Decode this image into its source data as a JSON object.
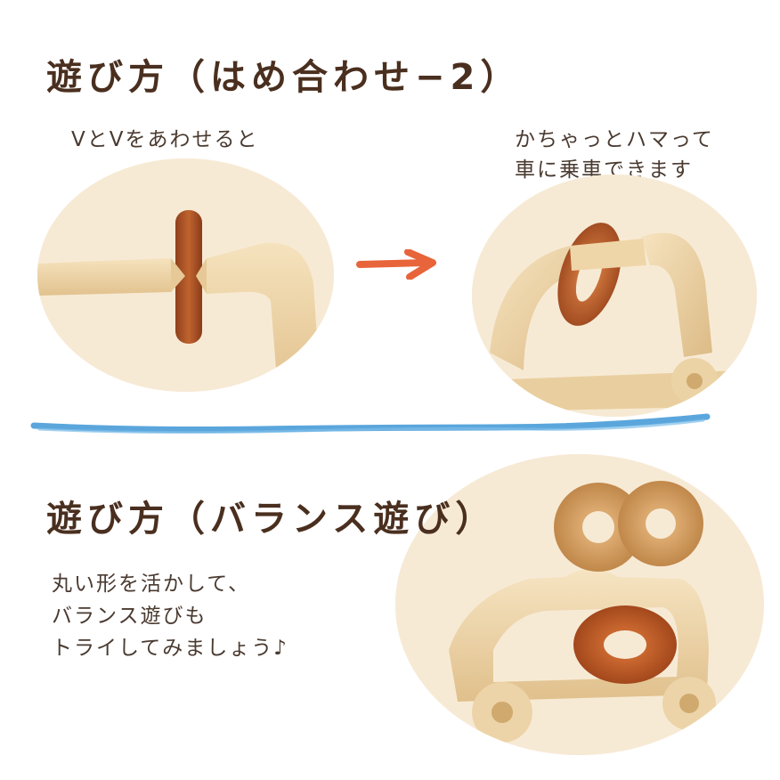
{
  "section1": {
    "heading": "遊び方（はめ合わせ−2）",
    "caption_left": "VとVをあわせると",
    "caption_right_lines": [
      "かちゃっとハマって",
      "車に乗車できます"
    ]
  },
  "section2": {
    "heading": "遊び方（バランス遊び）",
    "caption_lines": [
      "丸い形を活かして、",
      "バランス遊びも",
      "トライしてみましょう♪"
    ]
  },
  "colors": {
    "heading": "#4a2f1f",
    "arrow": "#e8643a",
    "divider": "#5aa6dc",
    "wood_light": "#f0d9ae",
    "wood_dark": "#b8602f"
  },
  "icons": {
    "arrow": "right-arrow-icon",
    "divider": "wavy-line"
  }
}
